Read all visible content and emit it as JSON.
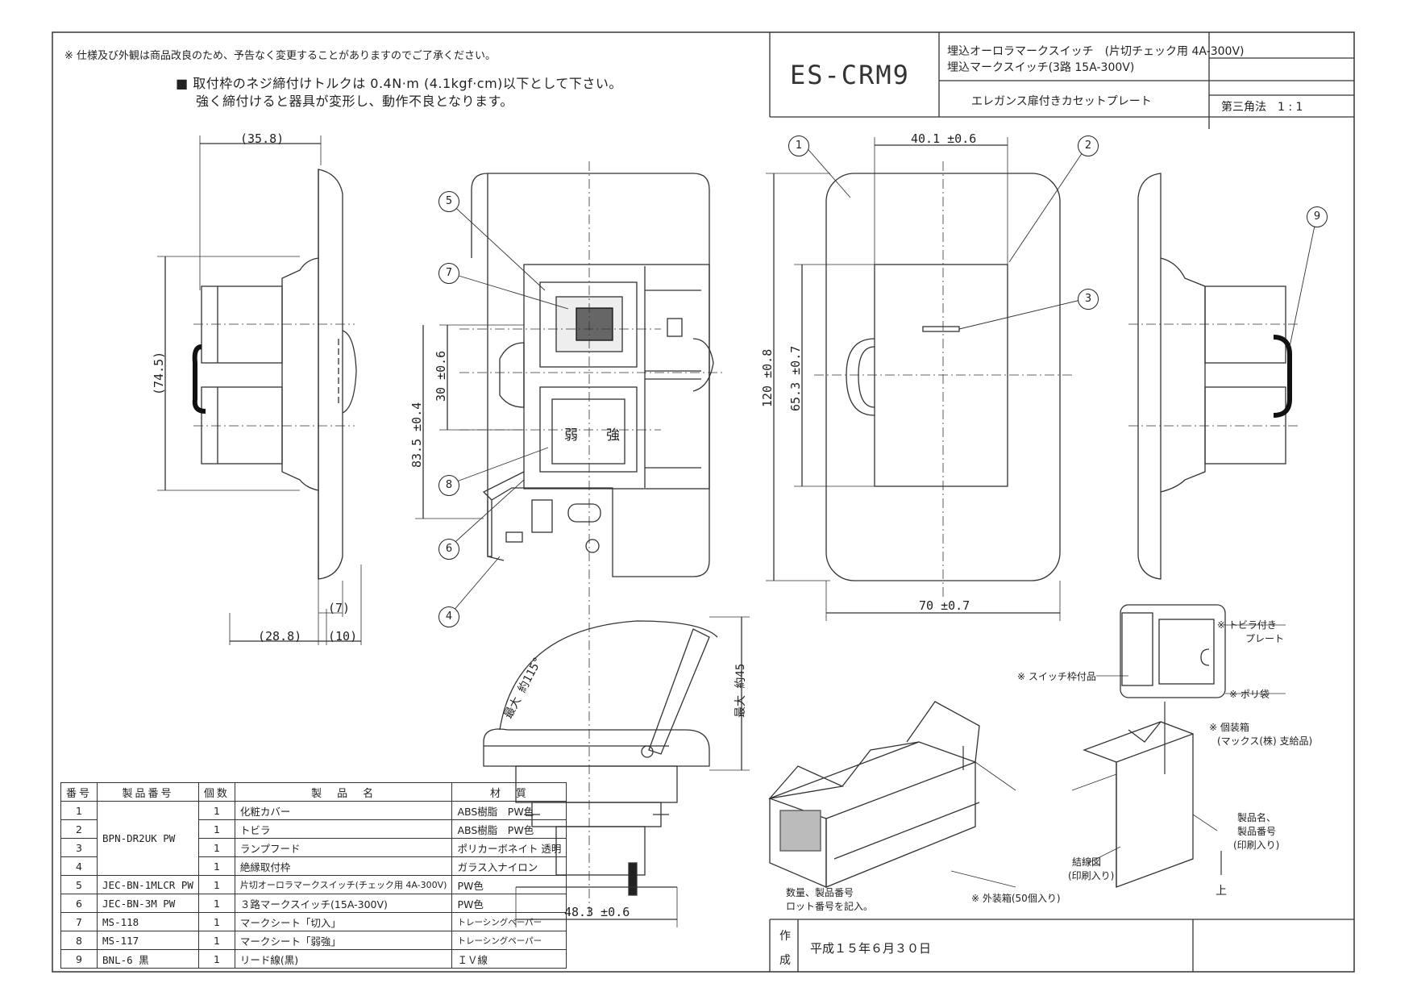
{
  "notes": {
    "disclaimer": "※ 仕様及び外観は商品改良のため、予告なく変更することがありますのでご了承ください。",
    "torque_line1": "■ 取付枠のネジ締付けトルクは 0.4N·m (4.1kgf·cm)以下として下さい。",
    "torque_line2": "強く締付けると器具が変形し、動作不良となります。"
  },
  "title_block": {
    "model": "ES-CRM9",
    "desc_line1": "埋込オーロラマークスイッチ　(片切チェック用 4A-300V)",
    "desc_line2": "埋込マークスイッチ(3路 15A-300V)",
    "plate_name": "エレガンス扉付きカセットプレート",
    "projection": "第三角法　1 : 1"
  },
  "dimensions": {
    "d_35_8": "(35.8)",
    "d_74_5": "(74.5)",
    "d_7": "(7)",
    "d_28_8": "(28.8)",
    "d_10": "(10)",
    "d_30": "30 ±0.6",
    "d_83_5": "83.5 ±0.4",
    "d_40_1": "40.1 ±0.6",
    "d_120": "120 ±0.8",
    "d_65_3": "65.3 ±0.7",
    "d_70": "70 ±0.7",
    "d_48_3": "48.3 ±0.6",
    "d_115": "最大 約115°",
    "d_45": "最大 約45"
  },
  "switch_labels": {
    "weak": "弱",
    "strong": "強"
  },
  "balloons": [
    "1",
    "2",
    "3",
    "4",
    "5",
    "6",
    "7",
    "8",
    "9"
  ],
  "packaging": {
    "plate_note": "※ トビラ付き",
    "plate_note2": "プレート",
    "frame_note": "※ スイッチ枠付品",
    "bag_note": "※ ポリ袋",
    "individual_box": "※ 個装箱",
    "individual_box2": "(マックス(株) 支給品)",
    "product_name1": "製品名、",
    "product_name2": "製品番号",
    "product_name3": "(印刷入り)",
    "wiring1": "結線図",
    "wiring2": "(印刷入り)",
    "up": "上",
    "qty1": "数量、製品番号",
    "qty2": "ロット番号を記入。",
    "outer_box": "※ 外装箱(50個入り)"
  },
  "parts_table": {
    "headers": [
      "番号",
      "製品番号",
      "個数",
      "製　品　名",
      "材　質"
    ],
    "rows": [
      {
        "no": "1",
        "part": "BPN-DR2UK PW",
        "qty": "1",
        "name": "化粧カバー",
        "material": "ABS樹脂　PW色"
      },
      {
        "no": "2",
        "part": "",
        "qty": "1",
        "name": "トビラ",
        "material": "ABS樹脂　PW色"
      },
      {
        "no": "3",
        "part": "",
        "qty": "1",
        "name": "ランプフード",
        "material": "ポリカーボネイト 透明"
      },
      {
        "no": "4",
        "part": "",
        "qty": "1",
        "name": "絶縁取付枠",
        "material": "ガラス入ナイロン"
      },
      {
        "no": "5",
        "part": "JEC-BN-1MLCR PW",
        "qty": "1",
        "name": "片切オーロラマークスイッチ(チェック用 4A-300V)",
        "material": "PW色"
      },
      {
        "no": "6",
        "part": "JEC-BN-3M PW",
        "qty": "1",
        "name": "３路マークスイッチ(15A-300V)",
        "material": "PW色"
      },
      {
        "no": "7",
        "part": "MS-118",
        "qty": "1",
        "name": "マークシート「切入」",
        "material": "トレーシングペーパー"
      },
      {
        "no": "8",
        "part": "MS-117",
        "qty": "1",
        "name": "マークシート「弱強」",
        "material": "トレーシングペーパー"
      },
      {
        "no": "9",
        "part": "BNL-6 黒",
        "qty": "1",
        "name": "リード線(黒)",
        "material": "ＩＶ線"
      }
    ]
  },
  "footer": {
    "made_label1": "作",
    "made_label2": "成",
    "date": "平成１５年６月３０日"
  }
}
